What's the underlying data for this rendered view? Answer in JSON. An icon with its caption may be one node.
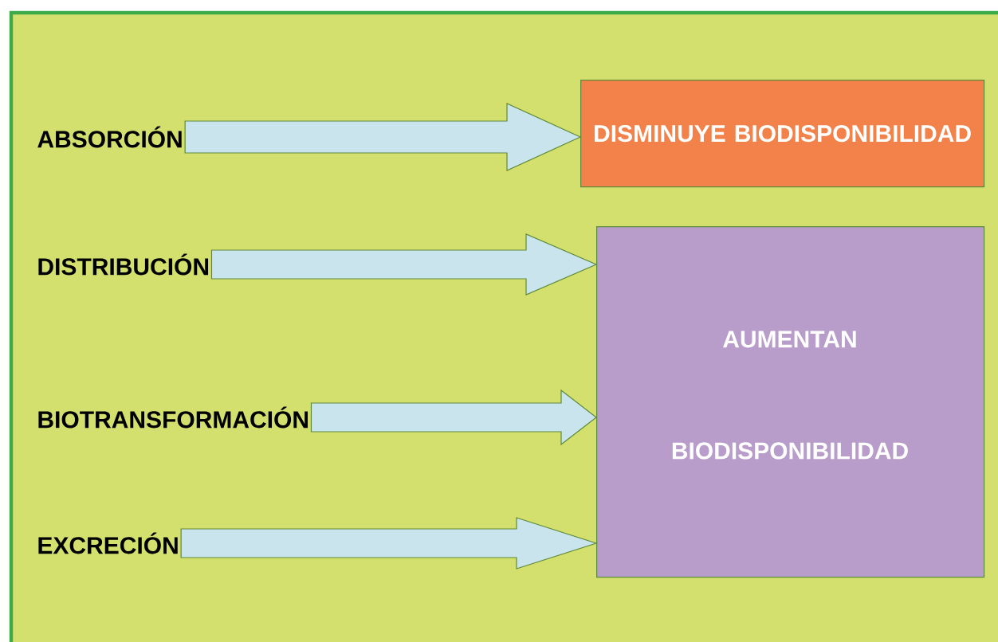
{
  "diagram": {
    "nodes": [
      {
        "text": [
          "ABSORCIÓN"
        ]
      },
      {
        "text": [
          "DISMINUYE BIODISPONIBILIDAD"
        ]
      },
      {
        "text": [
          "DISTRIBUCIÓN"
        ]
      },
      {
        "text": [
          "AUMENTAN",
          "BIODISPONIBILIDAD"
        ]
      },
      {
        "text": [
          "BIOTRANSFORMACIÓN"
        ]
      },
      {
        "text": [
          "EXCRECIÓN"
        ]
      }
    ],
    "edges": [
      {
        "from": 0,
        "to": 1,
        "arrow": "to"
      },
      {
        "from": 2,
        "to": 3,
        "arrow": "to"
      },
      {
        "from": 4,
        "to": 3,
        "arrow": "to"
      },
      {
        "from": 5,
        "to": 3,
        "arrow": "to"
      }
    ]
  }
}
